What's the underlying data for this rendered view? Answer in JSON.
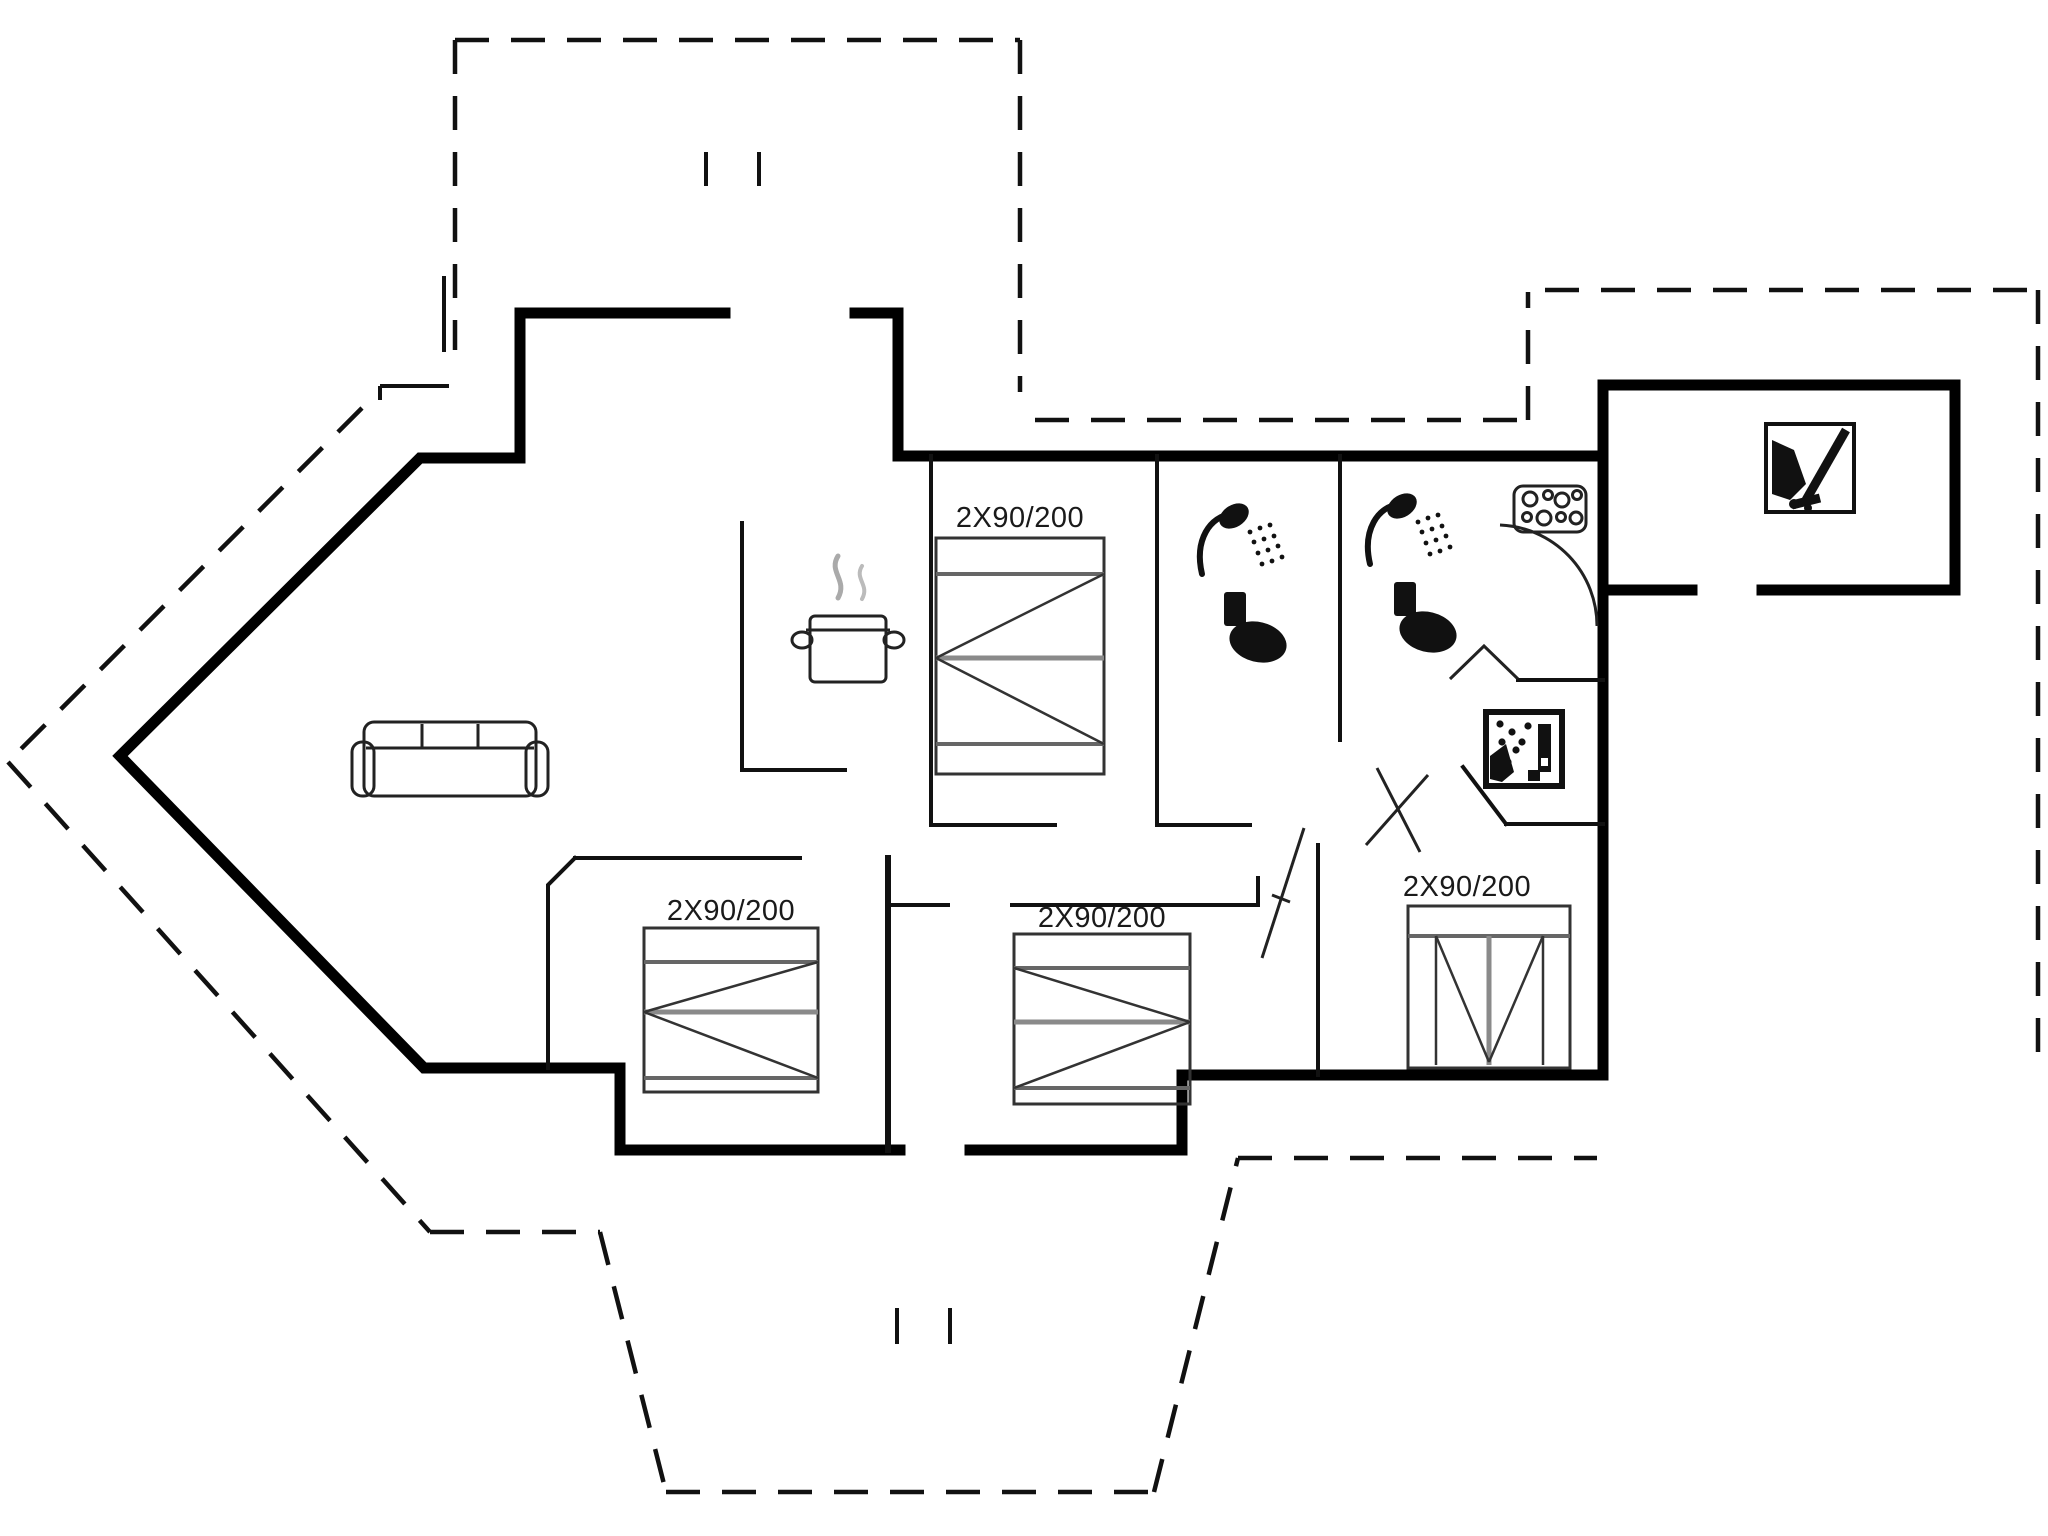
{
  "page": {
    "background_color": "#ffffff",
    "line_color": "#000000",
    "type": "floor-plan"
  },
  "floorplan": {
    "beds": [
      {
        "id": "bed-top",
        "label": "2X90/200"
      },
      {
        "id": "bed-bottom-left",
        "label": "2X90/200"
      },
      {
        "id": "bed-bottom-middle",
        "label": "2X90/200"
      },
      {
        "id": "bed-bottom-right",
        "label": "2X90/200"
      }
    ],
    "icons": [
      {
        "name": "sofa-icon"
      },
      {
        "name": "cooking-pot-icon"
      },
      {
        "name": "shower-icon"
      },
      {
        "name": "shower-icon"
      },
      {
        "name": "toilet-icon"
      },
      {
        "name": "toilet-icon"
      },
      {
        "name": "hob-icon"
      },
      {
        "name": "vacuum-cleaner-icon"
      },
      {
        "name": "washing-machine-icon"
      }
    ],
    "features": [
      "dashed-terrace-outline",
      "exterior-walls",
      "interior-walls",
      "door-arc",
      "door-swing-marks",
      "terrace-door-marks"
    ]
  }
}
